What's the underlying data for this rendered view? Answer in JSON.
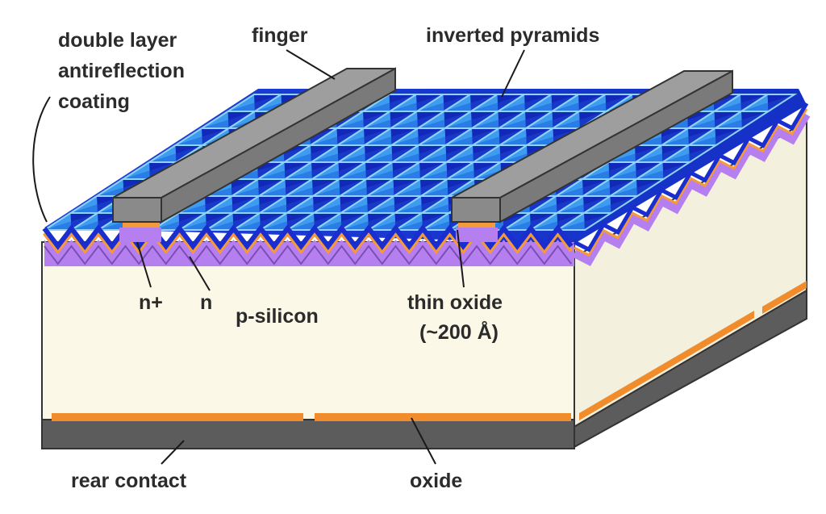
{
  "labels": {
    "double_layer_line1": "double layer",
    "double_layer_line2": "antireflection",
    "double_layer_line3": "coating",
    "finger": "finger",
    "inverted_pyramids": "inverted pyramids",
    "n_plus": "n+",
    "n": "n",
    "p_silicon": "p-silicon",
    "thin_oxide_line1": "thin oxide",
    "thin_oxide_line2": "(~200 Å)",
    "rear_contact": "rear contact",
    "oxide": "oxide"
  },
  "colors": {
    "silicon": "#fbf8e8",
    "silicon_side": "#f1eed9",
    "n_layer": "#b67ff0",
    "n_plus": "#f59a3c",
    "arc_dark": "#1a2ecf",
    "arc_mid": "#2b7fe6",
    "arc_light": "#7fcdf6",
    "finger": "#8c8c8c",
    "finger_top": "#a3a3a3",
    "rear": "#5e5e5e",
    "rear_oxide": "#f08c2c"
  }
}
